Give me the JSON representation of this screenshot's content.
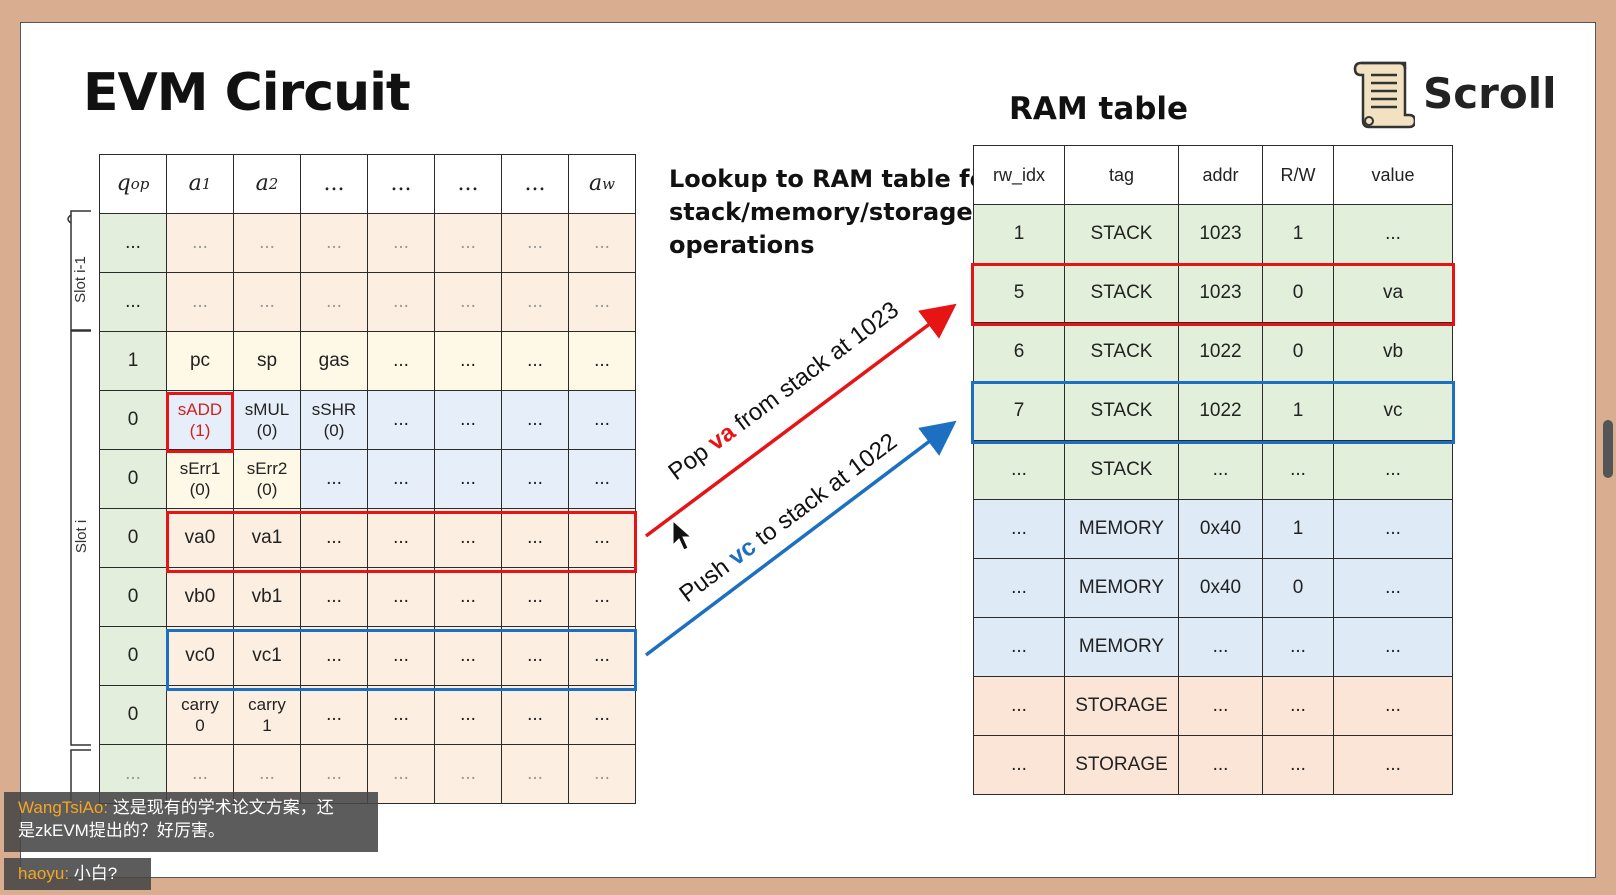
{
  "slide": {
    "title": "EVM Circuit",
    "ram_title": "RAM table",
    "logo_text": "Scroll",
    "lookup_text": "Lookup to RAM table for stack/memory/storage operations"
  },
  "evm_table": {
    "headers": [
      "q",
      "op",
      "a",
      "1",
      "a",
      "2",
      "...",
      "...",
      "...",
      "...",
      "a",
      "w"
    ],
    "slot_labels": [
      "Slot i-1",
      "Slot i"
    ],
    "rows": [
      [
        "...",
        "...",
        "...",
        "...",
        "...",
        "...",
        "...",
        "..."
      ],
      [
        "...",
        "...",
        "...",
        "...",
        "...",
        "...",
        "...",
        "..."
      ],
      [
        "1",
        "pc",
        "sp",
        "gas",
        "...",
        "...",
        "...",
        "..."
      ],
      [
        "0",
        "sADD",
        "sMUL",
        "sSHR",
        "...",
        "...",
        "...",
        "..."
      ],
      [
        "0",
        "sErr1",
        "sErr2",
        "...",
        "...",
        "...",
        "...",
        "..."
      ],
      [
        "0",
        "va0",
        "va1",
        "...",
        "...",
        "...",
        "...",
        "..."
      ],
      [
        "0",
        "vb0",
        "vb1",
        "...",
        "...",
        "...",
        "...",
        "..."
      ],
      [
        "0",
        "vc0",
        "vc1",
        "...",
        "...",
        "...",
        "...",
        "..."
      ],
      [
        "0",
        "carry",
        "carry",
        "...",
        "...",
        "...",
        "...",
        "..."
      ],
      [
        "...",
        "...",
        "...",
        "...",
        "...",
        "...",
        "...",
        "..."
      ]
    ],
    "subvalues": {
      "sADD": "(1)",
      "sMUL": "(0)",
      "sSHR": "(0)",
      "sErr1": "(0)",
      "sErr2": "(0)",
      "carry0": "0",
      "carry1": "1"
    }
  },
  "arrows": {
    "pop_prefix": "Pop ",
    "pop_var": "va",
    "pop_suffix": " from stack at 1023",
    "push_prefix": "Push ",
    "push_var": "vc",
    "push_suffix": " to stack at 1022",
    "pop_color": "#e61414",
    "push_color": "#1c6fc1"
  },
  "ram_table": {
    "headers": [
      "rw_idx",
      "tag",
      "addr",
      "R/W",
      "value"
    ],
    "rows": [
      [
        "1",
        "STACK",
        "1023",
        "1",
        "..."
      ],
      [
        "5",
        "STACK",
        "1023",
        "0",
        "va"
      ],
      [
        "6",
        "STACK",
        "1022",
        "0",
        "vb"
      ],
      [
        "7",
        "STACK",
        "1022",
        "1",
        "vc"
      ],
      [
        "...",
        "STACK",
        "...",
        "...",
        "..."
      ],
      [
        "...",
        "MEMORY",
        "0x40",
        "1",
        "..."
      ],
      [
        "...",
        "MEMORY",
        "0x40",
        "0",
        "..."
      ],
      [
        "...",
        "MEMORY",
        "...",
        "...",
        "..."
      ],
      [
        "...",
        "STORAGE",
        "...",
        "...",
        "..."
      ],
      [
        "...",
        "STORAGE",
        "...",
        "...",
        "..."
      ]
    ]
  },
  "chat": [
    {
      "user": "WangTsiAo:",
      "text": "这是现有的学术论文方案，还",
      "text2": "是zkEVM提出的？好厉害。"
    },
    {
      "user": "haoyu:",
      "text": "小白?"
    }
  ]
}
